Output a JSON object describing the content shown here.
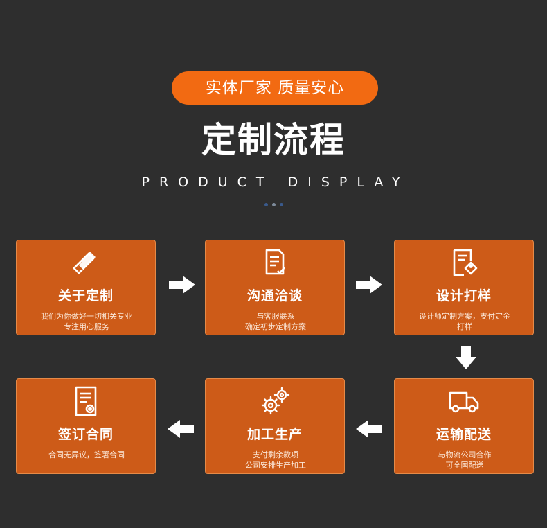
{
  "header": {
    "badge": "实体厂家 质量安心",
    "title": "定制流程",
    "subtitle": "PRODUCT DISPLAY"
  },
  "steps": [
    {
      "icon": "pencil-ruler-icon",
      "title": "关于定制",
      "desc1": "我们为你做好一切相关专业",
      "desc2": "专注用心服务"
    },
    {
      "icon": "document-edit-icon",
      "title": "沟通洽谈",
      "desc1": "与客服联系",
      "desc2": "确定初步定制方案"
    },
    {
      "icon": "design-tag-icon",
      "title": "设计打样",
      "desc1": "设计师定制方案，支付定金",
      "desc2": "打样"
    },
    {
      "icon": "contract-document-icon",
      "title": "签订合同",
      "desc1": "合同无异议，签署合同",
      "desc2": ""
    },
    {
      "icon": "gears-icon",
      "title": "加工生产",
      "desc1": "支付剩余款项",
      "desc2": "公司安排生产加工"
    },
    {
      "icon": "delivery-truck-icon",
      "title": "运输配送",
      "desc1": "与物流公司合作",
      "desc2": "可全国配送"
    }
  ],
  "colors": {
    "background": "#2e2e2e",
    "accent": "#f26a12",
    "card": "#cd5b18",
    "card_border": "#e58a48",
    "arrow": "#ffffff"
  }
}
